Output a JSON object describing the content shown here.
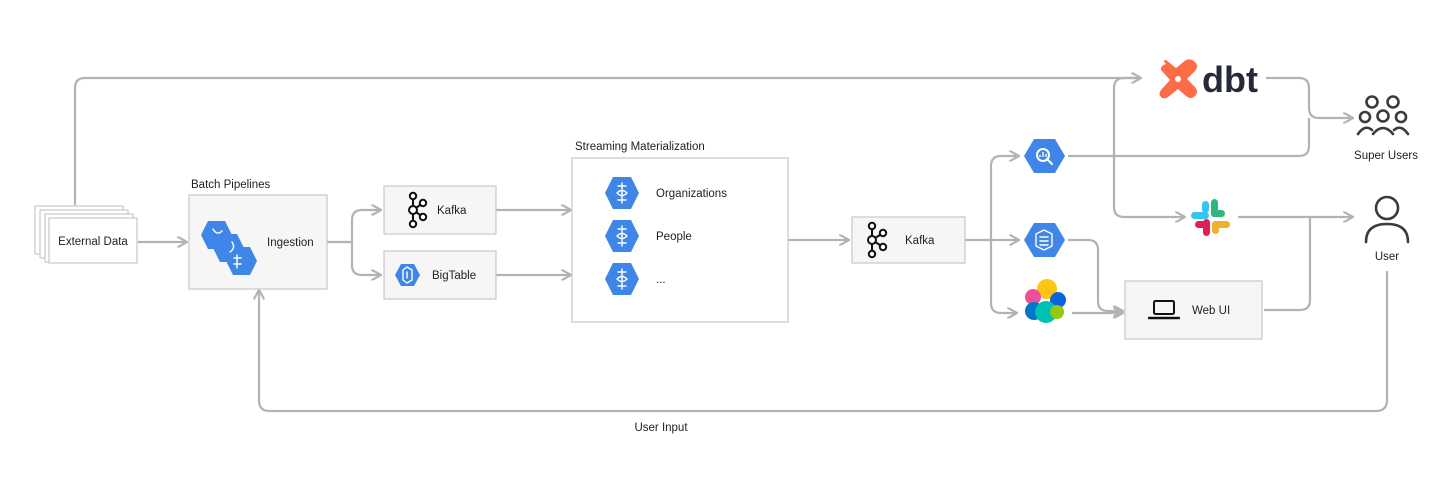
{
  "nodes": {
    "external_data": "External Data",
    "batch_pipelines_title": "Batch Pipelines",
    "ingestion": "Ingestion",
    "kafka_1": "Kafka",
    "bigtable": "BigTable",
    "streaming_title": "Streaming Materialization",
    "organizations": "Organizations",
    "people": "People",
    "ellipsis": "...",
    "kafka_2": "Kafka",
    "web_ui": "Web UI",
    "super_users": "Super Users",
    "user": "User",
    "user_input": "User Input",
    "dbt_logo": "dbt"
  },
  "icons": [
    "document-stack-icon",
    "gcp-dataflow-icon",
    "kafka-icon",
    "gcp-bigtable-icon",
    "gcp-dataflow-icon",
    "gcp-bigquery-icon",
    "gcp-hexagon-icon",
    "elastic-icon",
    "dbt-icon",
    "slack-icon",
    "laptop-icon",
    "group-users-icon",
    "user-icon"
  ],
  "colors": {
    "gcp_blue": "#3f86e8",
    "connector_gray": "#b3b3b3",
    "dbt_orange": "#fe6b47"
  }
}
